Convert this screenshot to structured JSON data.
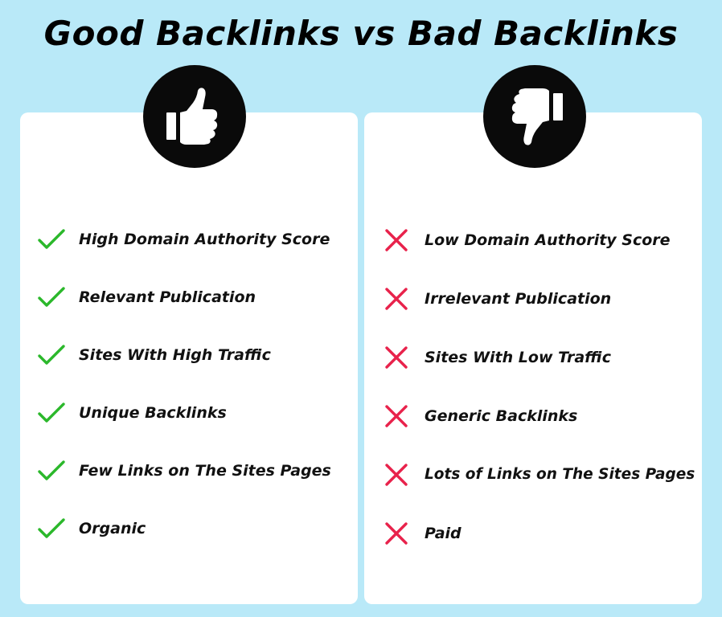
{
  "page": {
    "title": "Good Backlinks vs Bad Backlinks",
    "background_color": "#b9e9f8"
  },
  "colors": {
    "panel": "#ffffff",
    "badge": "#0a0a0a",
    "check": "#2bb82b",
    "cross": "#e8224b",
    "text": "#111111"
  },
  "good": {
    "icon": "thumbs-up-icon",
    "items": [
      "High Domain Authority Score",
      "Relevant Publication",
      "Sites With High Traffic",
      "Unique Backlinks",
      "Few Links on The Sites Pages",
      "Organic"
    ]
  },
  "bad": {
    "icon": "thumbs-down-icon",
    "items": [
      "Low Domain Authority Score",
      "Irrelevant Publication",
      "Sites With Low Traffic",
      "Generic Backlinks",
      "Lots of Links on The Sites Pages",
      "Paid"
    ]
  }
}
